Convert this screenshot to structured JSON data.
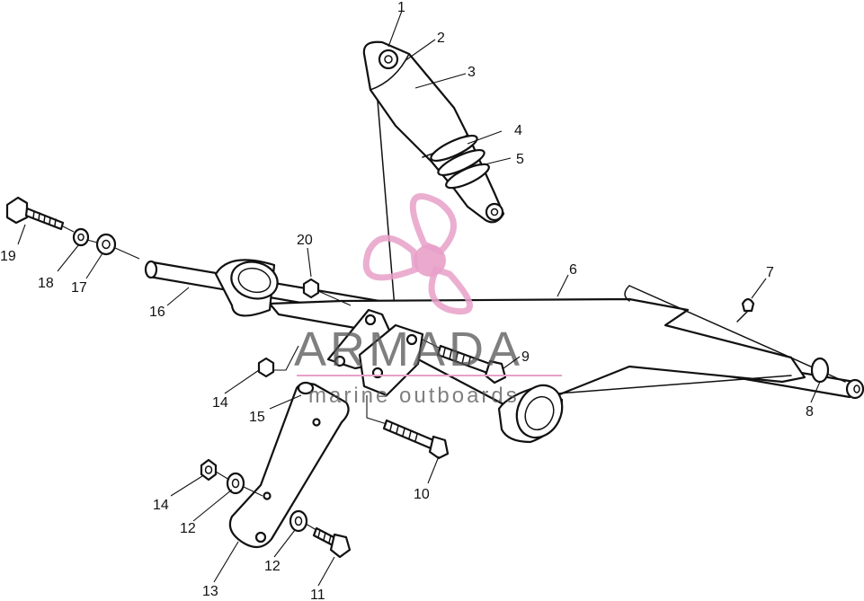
{
  "watermark": {
    "title": "ARMADA",
    "subtitle": "marine outboards",
    "accent_color": "#e8a0c8"
  },
  "callouts": [
    "1",
    "2",
    "3",
    "4",
    "5",
    "6",
    "7",
    "8",
    "9",
    "10",
    "11",
    "12",
    "12",
    "13",
    "14",
    "14",
    "15",
    "16",
    "17",
    "18",
    "19",
    "20"
  ]
}
